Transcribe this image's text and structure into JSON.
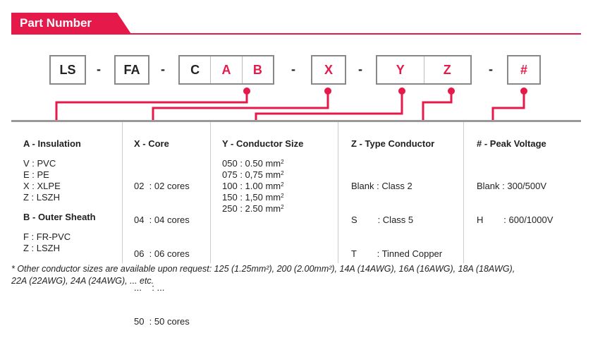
{
  "header": {
    "title": "Part Number"
  },
  "code": {
    "ls": "LS",
    "dash": "-",
    "fa": "FA",
    "c": "C",
    "a": "A",
    "b": "B",
    "x": "X",
    "y": "Y",
    "z": "Z",
    "hash": "#"
  },
  "columns": {
    "insulation": {
      "title": "A - Insulation",
      "items": [
        "V : PVC",
        "E : PE",
        "X : XLPE",
        "Z : LSZH"
      ],
      "sheath_title": "B - Outer Sheath",
      "sheath_items": [
        "F : FR-PVC",
        "Z : LSZH"
      ]
    },
    "core": {
      "title": "X - Core",
      "items": [
        "02  : 02 cores",
        "04  : 04 cores",
        "06  : 06 cores",
        "...    : ...",
        "50  : 50 cores"
      ]
    },
    "size": {
      "title": "Y - Conductor Size",
      "items": [
        {
          "code": "050",
          "value": "0.50 mm",
          "sup": "2"
        },
        {
          "code": "075",
          "value": "0,75 mm",
          "sup": "2"
        },
        {
          "code": "100",
          "value": "1.00 mm",
          "sup": "2"
        },
        {
          "code": "150",
          "value": "1,50 mm",
          "sup": "2"
        },
        {
          "code": "250",
          "value": "2.50 mm",
          "sup": "2"
        }
      ]
    },
    "conductor": {
      "title": "Z - Type Conductor",
      "items": [
        "Blank : Class 2",
        "S        : Class 5",
        "T        : Tinned Copper"
      ]
    },
    "voltage": {
      "title": "# - Peak Voltage",
      "items": [
        "Blank : 300/500V",
        "H        : 600/1000V"
      ]
    }
  },
  "footnote": {
    "line1": "* Other conductor sizes are available upon request: 125 (1.25mm²), 200 (2.00mm²), 14A (14AWG), 16A (16AWG), 18A (18AWG),",
    "line2": "22A (22AWG), 24A (24AWG),  ... etc."
  },
  "colors": {
    "accent": "#e6194b",
    "box_border": "#888888",
    "divider": "#999999"
  }
}
